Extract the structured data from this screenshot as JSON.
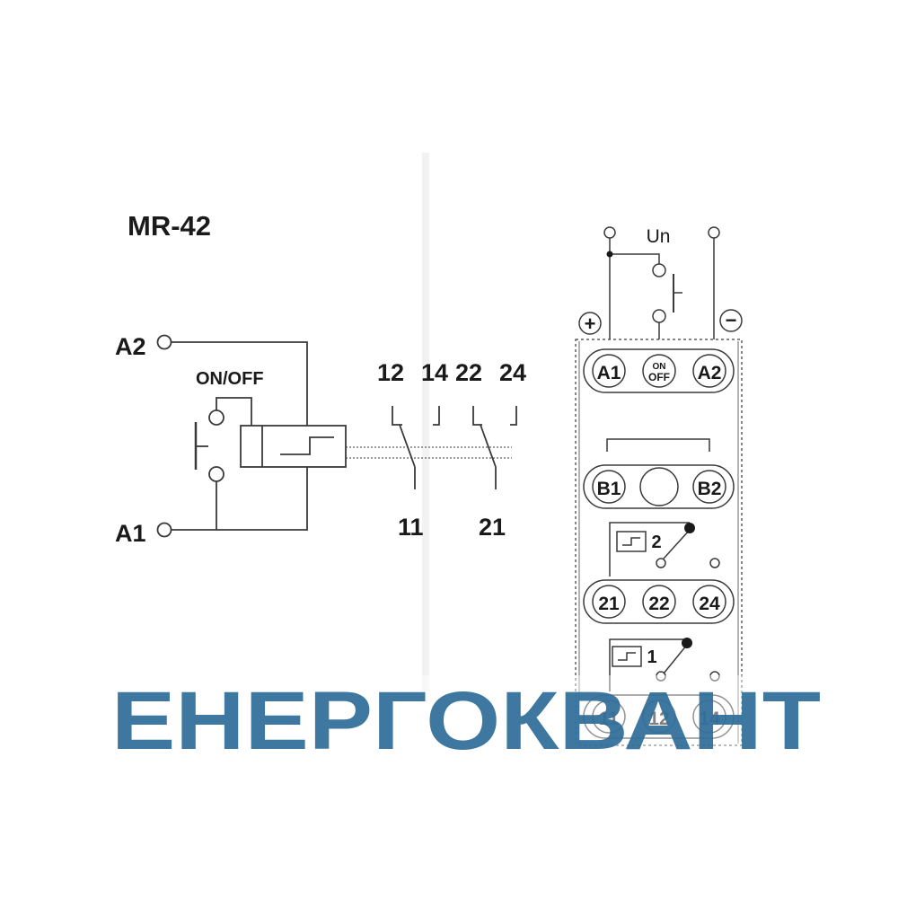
{
  "title": "MR-42",
  "schematic": {
    "terminal_a2": "A2",
    "terminal_a1": "A1",
    "switch_label": "ON/OFF",
    "contacts_top": [
      "12",
      "14",
      "22",
      "24"
    ],
    "contacts_bottom": [
      "11",
      "21"
    ]
  },
  "front_panel": {
    "supply_label": "Un",
    "plus_sign": "+",
    "minus_sign": "−",
    "row1": [
      "A1",
      "A2"
    ],
    "onoff_top": "ON",
    "onoff_bottom": "OFF",
    "row2": [
      "B1",
      "B2"
    ],
    "relay2_label": "2",
    "row3": [
      "21",
      "22",
      "24"
    ],
    "relay1_label": "1",
    "row4": [
      "11",
      "12",
      "14"
    ]
  },
  "watermark": "ЕНЕРГОКВАНТ",
  "colors": {
    "line": "#3a3a3a",
    "text": "#1a1a1a",
    "watermark": "#2f6e99"
  }
}
